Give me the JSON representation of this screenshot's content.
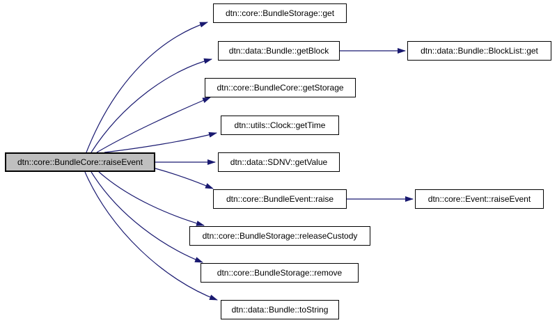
{
  "diagram": {
    "kind": "doxygen-call-graph",
    "colors": {
      "edge": "#191970",
      "root_fill": "#bfbfbf",
      "node_fill": "#ffffff",
      "border": "#000000",
      "background": "#ffffff"
    }
  },
  "nodes": {
    "root": {
      "label": "dtn::core::BundleCore::raiseEvent"
    },
    "storage_get": {
      "label": "dtn::core::BundleStorage::get"
    },
    "bundle_get_block": {
      "label": "dtn::data::Bundle::getBlock"
    },
    "blocklist_get": {
      "label": "dtn::data::Bundle::BlockList::get"
    },
    "core_get_storage": {
      "label": "dtn::core::BundleCore::getStorage"
    },
    "clock_get_time": {
      "label": "dtn::utils::Clock::getTime"
    },
    "sdnv_get_value": {
      "label": "dtn::data::SDNV::getValue"
    },
    "bundle_event_raise": {
      "label": "dtn::core::BundleEvent::raise"
    },
    "event_raise_event": {
      "label": "dtn::core::Event::raiseEvent"
    },
    "storage_release_custody": {
      "label": "dtn::core::BundleStorage::releaseCustody"
    },
    "storage_remove": {
      "label": "dtn::core::BundleStorage::remove"
    },
    "bundle_to_string": {
      "label": "dtn::data::Bundle::toString"
    }
  },
  "edges": [
    {
      "from": "root",
      "to": "storage_get"
    },
    {
      "from": "root",
      "to": "bundle_get_block"
    },
    {
      "from": "root",
      "to": "core_get_storage"
    },
    {
      "from": "root",
      "to": "clock_get_time"
    },
    {
      "from": "root",
      "to": "sdnv_get_value"
    },
    {
      "from": "root",
      "to": "bundle_event_raise"
    },
    {
      "from": "root",
      "to": "storage_release_custody"
    },
    {
      "from": "root",
      "to": "storage_remove"
    },
    {
      "from": "root",
      "to": "bundle_to_string"
    },
    {
      "from": "bundle_get_block",
      "to": "blocklist_get"
    },
    {
      "from": "bundle_event_raise",
      "to": "event_raise_event"
    }
  ]
}
